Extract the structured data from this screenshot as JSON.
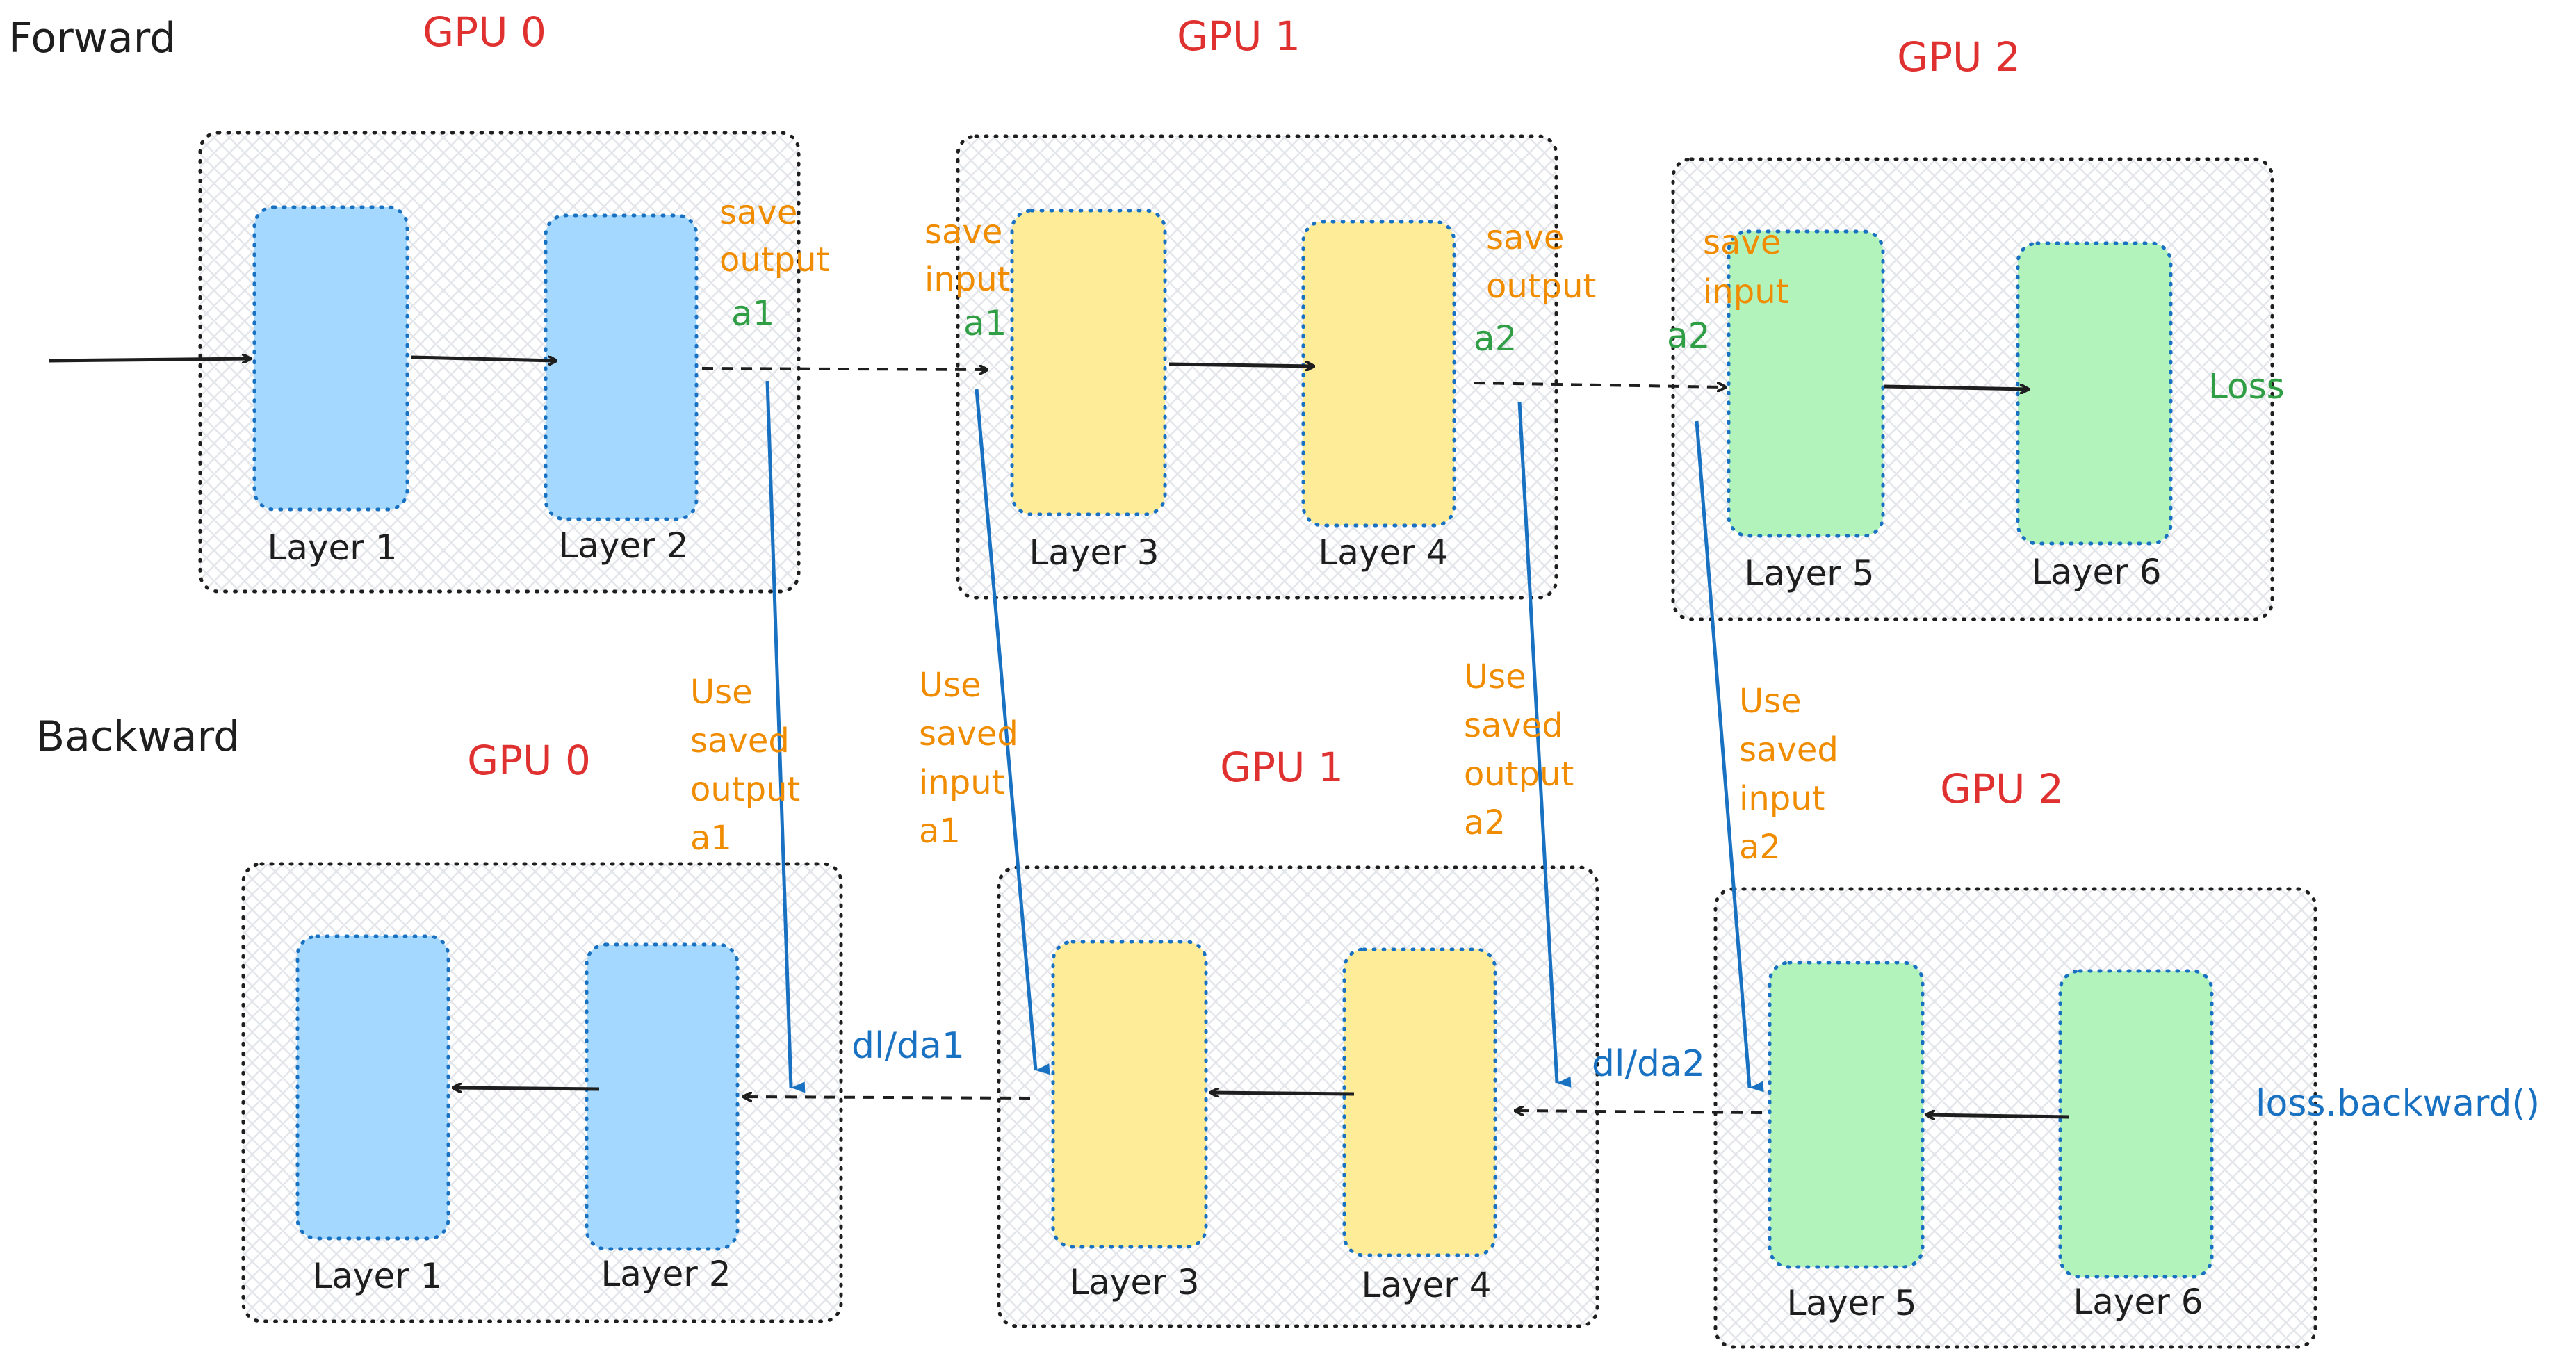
{
  "colors": {
    "gpu0_layer": "#a5d8ff",
    "gpu1_layer": "#ffec99",
    "gpu2_layer": "#b2f2bb",
    "gpu_label": "#e03131",
    "note": "#f08c00",
    "activation": "#2f9e44",
    "gradient": "#1971c2"
  },
  "forward": {
    "title": "Forward",
    "gpus": [
      {
        "label": "GPU 0",
        "layers": [
          "Layer 1",
          "Layer 2"
        ]
      },
      {
        "label": "GPU 1",
        "layers": [
          "Layer 3",
          "Layer 4"
        ]
      },
      {
        "label": "GPU 2",
        "layers": [
          "Layer 5",
          "Layer 6"
        ]
      }
    ],
    "notes": {
      "gpu0_save": [
        "save",
        "output"
      ],
      "gpu0_act": "a1",
      "gpu1_save_in": [
        "save",
        "input"
      ],
      "gpu1_act_in": "a1",
      "gpu1_save_out": [
        "save",
        "output"
      ],
      "gpu1_act_out": "a2",
      "gpu2_save_in": [
        "save",
        "input"
      ],
      "gpu2_act_in": "a2"
    },
    "loss": "Loss"
  },
  "backward": {
    "title": "Backward",
    "gpus": [
      {
        "label": "GPU 0",
        "layers": [
          "Layer 1",
          "Layer 2"
        ]
      },
      {
        "label": "GPU 1",
        "layers": [
          "Layer 3",
          "Layer 4"
        ]
      },
      {
        "label": "GPU 2",
        "layers": [
          "Layer 5",
          "Layer 6"
        ]
      }
    ],
    "notes": {
      "use_saved_output_a1": [
        "Use",
        "saved",
        "output",
        "a1"
      ],
      "use_saved_input_a1": [
        "Use",
        "saved",
        "input",
        "a1"
      ],
      "use_saved_output_a2": [
        "Use",
        "saved",
        "output",
        "a2"
      ],
      "use_saved_input_a2": [
        "Use",
        "saved",
        "input",
        "a2"
      ]
    },
    "grad_a1": "dl/da1",
    "grad_a2": "dl/da2",
    "loss_backward": "loss.backward()"
  }
}
